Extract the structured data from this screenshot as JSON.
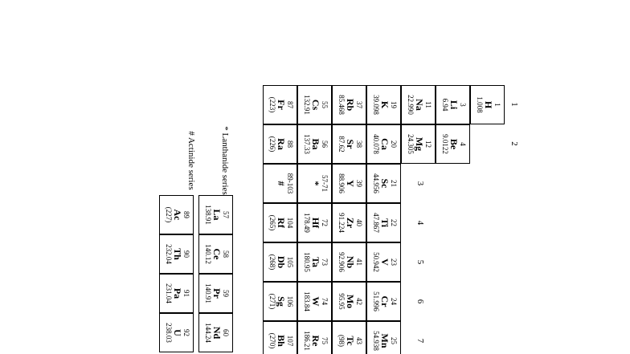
{
  "periods": [
    "1",
    "2"
  ],
  "groups": [
    "3",
    "4",
    "5",
    "6",
    "7"
  ],
  "rows": [
    [
      {
        "num": "1",
        "sym": "H",
        "mass": "1.008"
      }
    ],
    [
      {
        "num": "3",
        "sym": "Li",
        "mass": "6.94"
      },
      {
        "num": "4",
        "sym": "Be",
        "mass": "9.0122"
      }
    ],
    [
      {
        "num": "11",
        "sym": "Na",
        "mass": "22.990"
      },
      {
        "num": "12",
        "sym": "Mg",
        "mass": "24.305"
      }
    ],
    [
      {
        "num": "19",
        "sym": "K",
        "mass": "39.098"
      },
      {
        "num": "20",
        "sym": "Ca",
        "mass": "40.078"
      },
      {
        "num": "21",
        "sym": "Sc",
        "mass": "44.956"
      },
      {
        "num": "22",
        "sym": "Ti",
        "mass": "47.867"
      },
      {
        "num": "23",
        "sym": "V",
        "mass": "50.942"
      },
      {
        "num": "24",
        "sym": "Cr",
        "mass": "51.996"
      },
      {
        "num": "25",
        "sym": "Mn",
        "mass": "54.938"
      }
    ],
    [
      {
        "num": "37",
        "sym": "Rb",
        "mass": "85.468"
      },
      {
        "num": "38",
        "sym": "Sr",
        "mass": "87.62"
      },
      {
        "num": "39",
        "sym": "Y",
        "mass": "88.906"
      },
      {
        "num": "40",
        "sym": "Zr",
        "mass": "91.224"
      },
      {
        "num": "41",
        "sym": "Nb",
        "mass": "92.906"
      },
      {
        "num": "42",
        "sym": "Mo",
        "mass": "95.95"
      },
      {
        "num": "43",
        "sym": "Tc",
        "mass": "(98)"
      }
    ],
    [
      {
        "num": "55",
        "sym": "Cs",
        "mass": "132.91"
      },
      {
        "num": "56",
        "sym": "Ba",
        "mass": "137.33"
      },
      {
        "num": "57-71",
        "sym": "*",
        "mass": ""
      },
      {
        "num": "72",
        "sym": "Hf",
        "mass": "178.49"
      },
      {
        "num": "73",
        "sym": "Ta",
        "mass": "180.95"
      },
      {
        "num": "74",
        "sym": "W",
        "mass": "183.84"
      },
      {
        "num": "75",
        "sym": "Re",
        "mass": "186.21"
      }
    ],
    [
      {
        "num": "87",
        "sym": "Fr",
        "mass": "(223)"
      },
      {
        "num": "88",
        "sym": "Ra",
        "mass": "(226)"
      },
      {
        "num": "89-103",
        "sym": "#",
        "mass": ""
      },
      {
        "num": "104",
        "sym": "Rf",
        "mass": "(265)"
      },
      {
        "num": "105",
        "sym": "Db",
        "mass": "(268)"
      },
      {
        "num": "106",
        "sym": "Sg",
        "mass": "(271)"
      },
      {
        "num": "107",
        "sym": "Bh",
        "mass": "(270)"
      }
    ]
  ],
  "lanthanide": {
    "label": "* Lanthanide series",
    "cells": [
      {
        "num": "57",
        "sym": "La",
        "mass": "138.91"
      },
      {
        "num": "58",
        "sym": "Ce",
        "mass": "140.12"
      },
      {
        "num": "59",
        "sym": "Pr",
        "mass": "140.91"
      },
      {
        "num": "60",
        "sym": "Nd",
        "mass": "144.24"
      }
    ]
  },
  "actinide": {
    "label": "# Actinide series",
    "cells": [
      {
        "num": "89",
        "sym": "Ac",
        "mass": "(227)"
      },
      {
        "num": "90",
        "sym": "Th",
        "mass": "232.04"
      },
      {
        "num": "91",
        "sym": "Pa",
        "mass": "231.04"
      },
      {
        "num": "92",
        "sym": "U",
        "mass": "238.03"
      }
    ]
  }
}
